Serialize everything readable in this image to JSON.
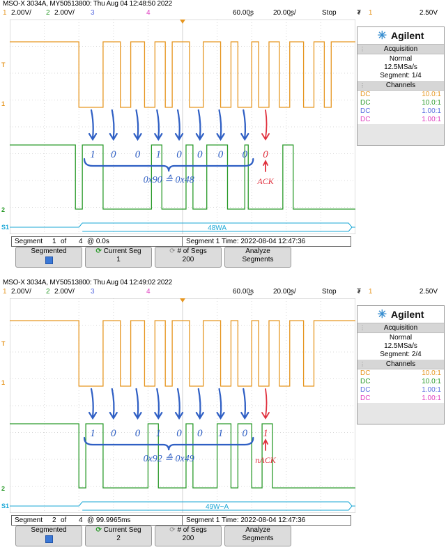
{
  "colors": {
    "ch1": "#e69620",
    "ch2": "#2a9a2a",
    "ch3": "#5a6ee0",
    "ch4": "#e040c0",
    "serial": "#1aa7d6",
    "annotation_blue": "#2f5fc4",
    "annotation_red": "#e0313e"
  },
  "icons": {
    "brand": "agilent-spark-icon",
    "current_seg": "rotate-icon",
    "num_segs": "rotate-icon",
    "segmented": "checkbox-icon"
  },
  "panels": [
    {
      "header": "MSO-X 3034A, MY50513800: Thu Aug 04 12:48:50 2022",
      "channels": {
        "ch1_num": "1",
        "ch1_scale": "2.00V/",
        "ch2_num": "2",
        "ch2_scale": "2.00V/",
        "ch3_num": "3",
        "ch4_num": "4",
        "time_offset": "60.00̲s",
        "time_scale": "20.00̲s/",
        "run_state": "Stop",
        "trig_icon": "₮",
        "trig_src": "1",
        "trig_level": "2.50V"
      },
      "markers": {
        "t": "T",
        "ch1": "1",
        "ch2": "2",
        "s1": "S1"
      },
      "serial_text": "48WA",
      "bits": [
        "1",
        "0",
        "0",
        "1",
        "0",
        "0",
        "0",
        "0"
      ],
      "bit9": "0",
      "hex_note": "0x90 ≙ 0x48",
      "ack_note": "ACK",
      "sidebar": {
        "brand": "Agilent",
        "acq_title": "Acquisition",
        "acq_mode": "Normal",
        "acq_rate": "12.5MSa/s",
        "segment": "Segment: 1/4",
        "channels_title": "Channels",
        "rows": [
          {
            "c": "DC",
            "v": "10.0:1"
          },
          {
            "c": "DC",
            "v": "10.0:1"
          },
          {
            "c": "DC",
            "v": "1.00:1"
          },
          {
            "c": "DC",
            "v": "1.00:1"
          }
        ]
      },
      "status": {
        "seg": "Segment",
        "segnum": "1",
        "of": "of",
        "total": "4",
        "at": "@ 0.0s",
        "time": "Segment 1 Time: 2022-08-04 12:47:36"
      },
      "softkeys": {
        "k1": "Segmented",
        "k2": "Current Seg",
        "k2v": "1",
        "k3": "# of Segs",
        "k3v": "200",
        "k4": "Analyze",
        "k4b": "Segments"
      },
      "signal": {
        "ch1_pulses": [
          [
            0.2,
            0.27
          ],
          [
            0.32,
            0.35
          ],
          [
            0.39,
            0.42
          ],
          [
            0.45,
            0.47
          ],
          [
            0.52,
            0.56
          ],
          [
            0.61,
            0.64
          ],
          [
            0.66,
            0.7
          ],
          [
            0.72,
            0.75
          ],
          [
            0.78,
            0.81
          ],
          [
            0.85,
            0.88
          ],
          [
            0.91,
            0.93
          ]
        ],
        "ch2_highs": [
          [
            0.0,
            0.19
          ],
          [
            0.21,
            0.27
          ],
          [
            0.41,
            0.44
          ],
          [
            0.51,
            0.53
          ],
          [
            0.57,
            0.63
          ],
          [
            0.68,
            0.69
          ],
          [
            0.79,
            0.82
          ]
        ],
        "bits_x": [
          0.24,
          0.3,
          0.37,
          0.43,
          0.49,
          0.55,
          0.61,
          0.68
        ],
        "bit9_x": 0.74
      }
    },
    {
      "header": "MSO-X 3034A, MY50513800: Thu Aug 04 12:49:02 2022",
      "channels": {
        "ch1_num": "1",
        "ch1_scale": "2.00V/",
        "ch2_num": "2",
        "ch2_scale": "2.00V/",
        "ch3_num": "3",
        "ch4_num": "4",
        "time_offset": "60.00̲s",
        "time_scale": "20.00̲s/",
        "run_state": "Stop",
        "trig_icon": "₮",
        "trig_src": "1",
        "trig_level": "2.50V"
      },
      "markers": {
        "t": "T",
        "ch1": "1",
        "ch2": "2",
        "s1": "S1"
      },
      "serial_text": "49W~A",
      "bits": [
        "1",
        "0",
        "0",
        "1",
        "0",
        "0",
        "1",
        "0"
      ],
      "bit9": "1",
      "hex_note": "0x92 ≙ 0x49",
      "ack_note": "nACK",
      "sidebar": {
        "brand": "Agilent",
        "acq_title": "Acquisition",
        "acq_mode": "Normal",
        "acq_rate": "12.5MSa/s",
        "segment": "Segment: 2/4",
        "channels_title": "Channels",
        "rows": [
          {
            "c": "DC",
            "v": "10.0:1"
          },
          {
            "c": "DC",
            "v": "10.0:1"
          },
          {
            "c": "DC",
            "v": "1.00:1"
          },
          {
            "c": "DC",
            "v": "1.00:1"
          }
        ]
      },
      "status": {
        "seg": "Segment",
        "segnum": "2",
        "of": "of",
        "total": "4",
        "at": "@ 99.9965ms",
        "time": "Segment 1 Time: 2022-08-04 12:47:36"
      },
      "softkeys": {
        "k1": "Segmented",
        "k2": "Current Seg",
        "k2v": "2",
        "k3": "# of Segs",
        "k3v": "200",
        "k4": "Analyze",
        "k4b": "Segments"
      },
      "signal": {
        "ch1_pulses": [
          [
            0.2,
            0.27
          ],
          [
            0.32,
            0.35
          ],
          [
            0.39,
            0.42
          ],
          [
            0.45,
            0.47
          ],
          [
            0.52,
            0.56
          ],
          [
            0.61,
            0.64
          ],
          [
            0.66,
            0.7
          ],
          [
            0.72,
            0.75
          ],
          [
            0.78,
            0.81
          ],
          [
            0.85,
            0.88
          ]
        ],
        "ch2_highs": [
          [
            0.0,
            0.2
          ],
          [
            0.22,
            0.27
          ],
          [
            0.4,
            0.43
          ],
          [
            0.51,
            0.53
          ],
          [
            0.6,
            0.64
          ],
          [
            0.66,
            0.7
          ],
          [
            0.73,
            0.76
          ]
        ],
        "bits_x": [
          0.24,
          0.3,
          0.37,
          0.43,
          0.49,
          0.55,
          0.61,
          0.68
        ],
        "bit9_x": 0.74
      }
    }
  ]
}
